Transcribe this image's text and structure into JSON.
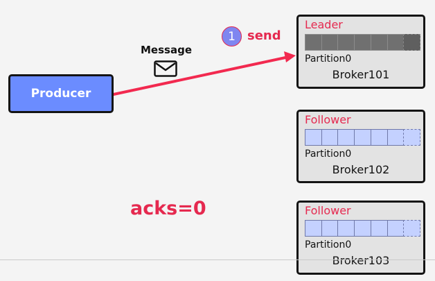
{
  "producer": {
    "label": "Producer"
  },
  "message": {
    "label": "Message"
  },
  "step": {
    "number": "1",
    "label": "send"
  },
  "acks": {
    "label": "acks=0"
  },
  "brokers": [
    {
      "role": "Leader",
      "partition": "Partition0",
      "name": "Broker101",
      "cells": 7,
      "style": "leader"
    },
    {
      "role": "Follower",
      "partition": "Partition0",
      "name": "Broker102",
      "cells": 7,
      "style": "follower"
    },
    {
      "role": "Follower",
      "partition": "Partition0",
      "name": "Broker103",
      "cells": 7,
      "style": "follower"
    }
  ],
  "colors": {
    "accent": "#e5294f",
    "producer": "#6b8cff",
    "leader_log": "#707070",
    "follower_log": "#c4d1ff",
    "broker_box": "#e3e3e3"
  }
}
